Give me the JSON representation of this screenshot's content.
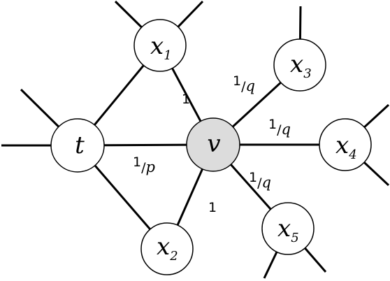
{
  "nodes": {
    "t": {
      "label": "t",
      "sub": ""
    },
    "v": {
      "label": "v",
      "sub": "",
      "highlight_color": "#dcdcdc"
    },
    "x1": {
      "label": "x",
      "sub": "1"
    },
    "x2": {
      "label": "x",
      "sub": "2"
    },
    "x3": {
      "label": "x",
      "sub": "3"
    },
    "x4": {
      "label": "x",
      "sub": "4"
    },
    "x5": {
      "label": "x",
      "sub": "5"
    }
  },
  "weights": {
    "v_x1": "1",
    "v_x2": "1",
    "t_v": {
      "num": "1",
      "slash": "/",
      "den": "p"
    },
    "v_x3": {
      "num": "1",
      "slash": "/",
      "den": "q"
    },
    "v_x4": {
      "num": "1",
      "slash": "/",
      "den": "q"
    },
    "v_x5": {
      "num": "1",
      "slash": "/",
      "den": "q"
    }
  }
}
